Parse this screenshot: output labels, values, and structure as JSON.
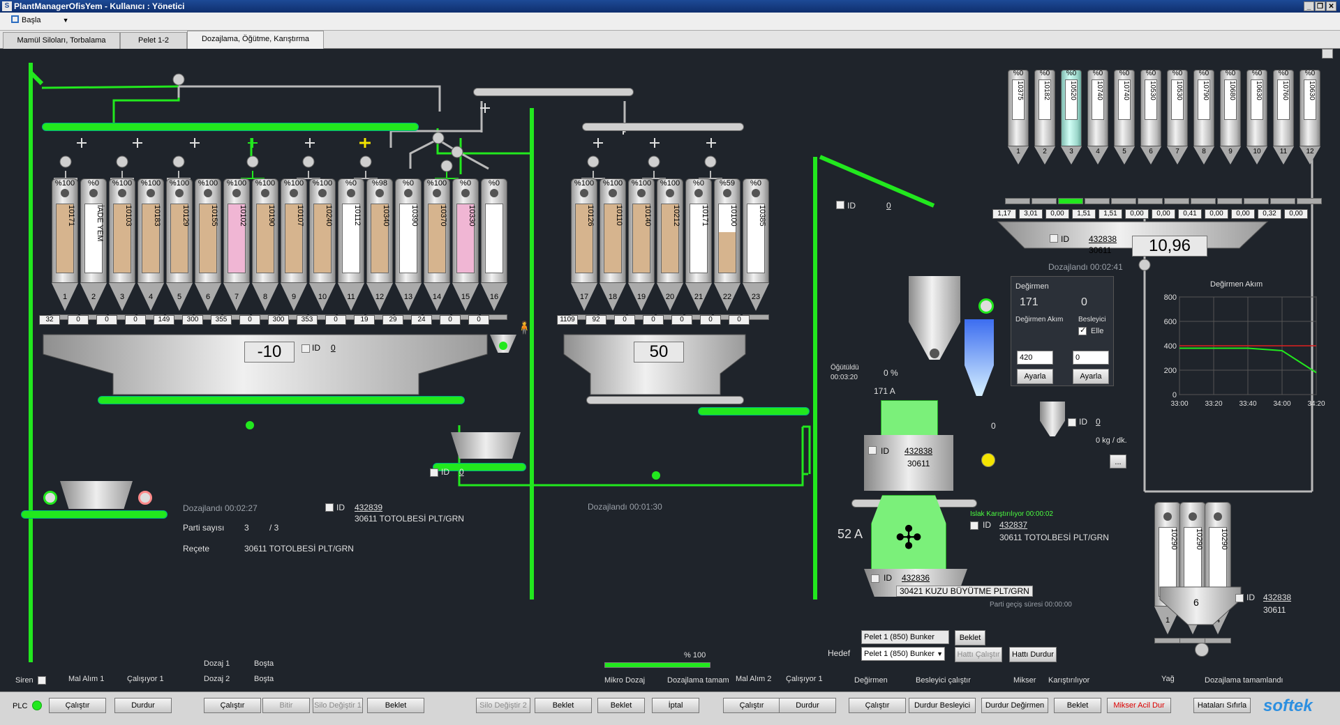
{
  "window": {
    "title": "PlantManagerOfisYem - Kullanıcı : Yönetici",
    "icon": "S"
  },
  "menu": {
    "start": "Başla"
  },
  "tabs": [
    "Mamül Siloları, Torbalama",
    "Pelet 1-2",
    "Dozajlama, Öğütme, Karıştırma"
  ],
  "dosing1": {
    "silos": [
      {
        "num": "1",
        "pct": "%100",
        "code": "10171",
        "fill": "tan"
      },
      {
        "num": "2",
        "pct": "%0",
        "code": "İADE YEM",
        "fill": "white"
      },
      {
        "num": "3",
        "pct": "%100",
        "code": "10103",
        "fill": "tan"
      },
      {
        "num": "4",
        "pct": "%100",
        "code": "10183",
        "fill": "tan"
      },
      {
        "num": "5",
        "pct": "%100",
        "code": "10129",
        "fill": "tan"
      },
      {
        "num": "6",
        "pct": "%100",
        "code": "10155",
        "fill": "tan"
      },
      {
        "num": "7",
        "pct": "%100",
        "code": "10102",
        "fill": "pink"
      },
      {
        "num": "8",
        "pct": "%100",
        "code": "10190",
        "fill": "tan"
      },
      {
        "num": "9",
        "pct": "%100",
        "code": "10107",
        "fill": "tan"
      },
      {
        "num": "10",
        "pct": "%100",
        "code": "10240",
        "fill": "tan"
      },
      {
        "num": "11",
        "pct": "%0",
        "code": "10112",
        "fill": "white"
      },
      {
        "num": "12",
        "pct": "%98",
        "code": "10340",
        "fill": "tan"
      },
      {
        "num": "13",
        "pct": "%0",
        "code": "10390",
        "fill": "white"
      },
      {
        "num": "14",
        "pct": "%100",
        "code": "10370",
        "fill": "tan"
      },
      {
        "num": "15",
        "pct": "%0",
        "code": "10330",
        "fill": "pink"
      },
      {
        "num": "16",
        "pct": "%0",
        "code": "",
        "fill": "white"
      }
    ],
    "values": [
      "32",
      "0",
      "0",
      "0",
      "149",
      "300",
      "355",
      "0",
      "300",
      "353",
      "0",
      "19",
      "29",
      "24",
      "0",
      "0"
    ],
    "scale": "-10",
    "id_label": "ID",
    "id_value": "0",
    "id2_label": "ID",
    "id2_value": "0",
    "status": "Dozajlandı 00:02:27",
    "batch_label": "Parti sayısı",
    "batch_done": "3",
    "batch_sep": "/ 3",
    "recipe_label": "Reçete",
    "recipe": "30611 TOTOLBESİ PLT/GRN",
    "order_label": "ID",
    "order_id": "432839",
    "order_recipe": "30611 TOTOLBESİ PLT/GRN"
  },
  "dosing2": {
    "silos": [
      {
        "num": "17",
        "pct": "%100",
        "code": "10126",
        "fill": "tan"
      },
      {
        "num": "18",
        "pct": "%100",
        "code": "10110",
        "fill": "tan"
      },
      {
        "num": "19",
        "pct": "%100",
        "code": "10140",
        "fill": "tan"
      },
      {
        "num": "20",
        "pct": "%100",
        "code": "10212",
        "fill": "tan"
      },
      {
        "num": "21",
        "pct": "%0",
        "code": "10171",
        "fill": "white"
      },
      {
        "num": "22",
        "pct": "%59",
        "code": "10100",
        "fill": "half"
      },
      {
        "num": "23",
        "pct": "%0",
        "code": "10385",
        "fill": "white"
      }
    ],
    "values": [
      "1109",
      "92",
      "0",
      "0",
      "0",
      "0",
      "0"
    ],
    "scale": "50",
    "status": "Dozajlandı 00:01:30"
  },
  "micro": {
    "silos": [
      {
        "num": "1",
        "pct": "%0",
        "code": "10375"
      },
      {
        "num": "2",
        "pct": "%0",
        "code": "10182"
      },
      {
        "num": "3",
        "pct": "%0",
        "code": "10520"
      },
      {
        "num": "4",
        "pct": "%0",
        "code": "10740"
      },
      {
        "num": "5",
        "pct": "%0",
        "code": "10740"
      },
      {
        "num": "6",
        "pct": "%0",
        "code": "10530"
      },
      {
        "num": "7",
        "pct": "%0",
        "code": "10530"
      },
      {
        "num": "8",
        "pct": "%0",
        "code": "10790"
      },
      {
        "num": "9",
        "pct": "%0",
        "code": "10680"
      },
      {
        "num": "10",
        "pct": "%0",
        "code": "10630"
      },
      {
        "num": "11",
        "pct": "%0",
        "code": "10760"
      },
      {
        "num": "12",
        "pct": "%0",
        "code": "10630"
      }
    ],
    "values": [
      "1,17",
      "3,01",
      "0,00",
      "1,51",
      "1,51",
      "0,00",
      "0,00",
      "0,41",
      "0,00",
      "0,00",
      "0,32",
      "0,00"
    ],
    "id_label": "ID",
    "id": "432838",
    "recipe": "30611",
    "weight": "10,96",
    "status": "Dozajlandı 00:02:41"
  },
  "mill": {
    "title": "Değirmen",
    "current": "171",
    "feeder": "0",
    "current_label": "Değirmen Akım",
    "feeder_label": "Besleyici",
    "manual_label": "Elle",
    "set_current": "420",
    "set_feeder": "0",
    "apply": "Ayarla",
    "apply2": "Ayarla",
    "ground_label": "Öğütüldü",
    "ground_time": "00:03:20",
    "pct": "0 %",
    "amps": "171 A",
    "id_label": "ID",
    "id": "432838",
    "recipe": "30611",
    "top_id_label": "ID",
    "top_id": "0"
  },
  "chart_data": {
    "type": "line",
    "title": "Değirmen Akım",
    "x": [
      "33:00",
      "33:20",
      "33:40",
      "34:00",
      "34:20"
    ],
    "yticks": [
      0,
      200,
      400,
      600,
      800
    ],
    "ylim": [
      0,
      800
    ],
    "series": [
      {
        "values": [
          380,
          380,
          380,
          360,
          180
        ]
      }
    ],
    "limit": 400
  },
  "oil": {
    "id_label": "ID",
    "id": "0",
    "value": "0",
    "rate": "0 kg / dk.",
    "btn": "..."
  },
  "mixer": {
    "amps": "52 A",
    "status": "Islak Karıştırılıyor 00:00:02",
    "id_label": "ID",
    "id": "432837",
    "recipe": "30611 TOTOLBESİ PLT/GRN",
    "bottom_id_label": "ID",
    "bottom_id": "432836",
    "bottom_recipe": "30421 KUZU BÜYÜTME PLT/GRN",
    "transition": "Parti geçiş süresi 00:00:00"
  },
  "target": {
    "bunker": "Pelet 1 (850) Bunker",
    "wait": "Beklet",
    "label": "Hedef",
    "select": "Pelet 1 (850) Bunker",
    "start": "Hattı Çalıştır",
    "stop": "Hattı Durdur"
  },
  "small_silos": {
    "silos": [
      {
        "num": "1",
        "code": "10290"
      },
      {
        "num": "3",
        "code": "10290"
      },
      {
        "num": "4",
        "code": "10290"
      }
    ],
    "scale": "6",
    "id_label": "ID",
    "id": "432838",
    "recipe": "30611"
  },
  "progress": {
    "label": "% 100",
    "value": 1.0
  },
  "status_labels": {
    "siren": "Siren",
    "malalim1": "Mal Alım 1",
    "calisiyor1": "Çalışıyor 1",
    "dozaj1": "Dozaj 1",
    "bosta1": "Boşta",
    "dozaj2": "Dozaj 2",
    "bosta2": "Boşta",
    "mikro": "Mikro Dozaj",
    "dozajlama_tam": "Dozajlama tamam",
    "malalim2": "Mal Alım 2",
    "calisiyor1b": "Çalışıyor 1",
    "degirmen": "Değirmen",
    "besleyici": "Besleyici çalıştır",
    "mikser": "Mikser",
    "karistiriliyor": "Karıştırılıyor",
    "yag": "Yağ",
    "dozajlama_tamamlandi": "Dozajlama tamamlandı"
  },
  "bottom": {
    "plc": "PLC",
    "buttons": [
      "Çalıştır",
      "Durdur",
      "Çalıştır",
      "Bitir",
      "Silo Değiştir 1",
      "Beklet",
      "Silo Değiştir 2",
      "Beklet",
      "Beklet",
      "İptal",
      "Çalıştır",
      "Durdur",
      "Çalıştır",
      "Durdur Besleyici",
      "Durdur Değirmen",
      "Beklet",
      "Mikser Acil Dur",
      "Hataları Sıfırla"
    ],
    "logo": "softek"
  },
  "colors": {
    "active_line": "#22e81e",
    "pipe": "#b9b9b9",
    "background": "#1f242b",
    "tan": "#d6b48e",
    "pink": "#f0b6d4"
  }
}
